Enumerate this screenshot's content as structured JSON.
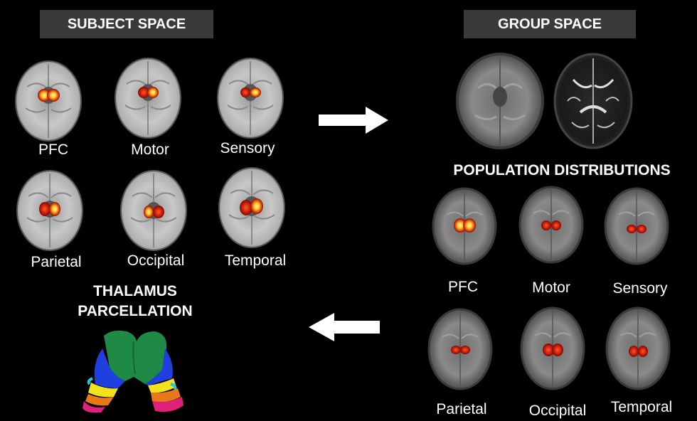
{
  "headers": {
    "subject_space": "SUBJECT SPACE",
    "group_space": "GROUP SPACE"
  },
  "population_title": "POPULATION DISTRIBUTIONS",
  "thalamus_title": {
    "line1": "THALAMUS",
    "line2": "PARCELLATION"
  },
  "subject_labels": [
    "PFC",
    "Motor",
    "Sensory",
    "Parietal",
    "Occipital",
    "Temporal"
  ],
  "group_labels": [
    "PFC",
    "Motor",
    "Sensory",
    "Parietal",
    "Occipital",
    "Temporal"
  ],
  "colors": {
    "header_bg": "#3a3a3a",
    "activation_yellow": "#ffd23a",
    "activation_red": "#cc1e0c",
    "thalamus_green": "#1f8a45",
    "thalamus_blue": "#1f3fe0",
    "thalamus_yellow": "#f2e21e",
    "thalamus_orange": "#e87818",
    "thalamus_magenta": "#e0207a",
    "thalamus_cyan": "#20c8e0"
  }
}
